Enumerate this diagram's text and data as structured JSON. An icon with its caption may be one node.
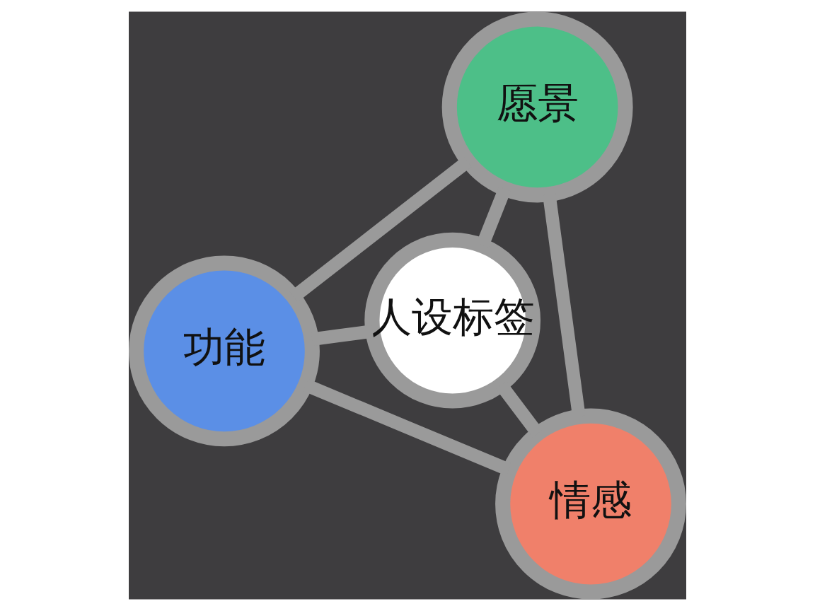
{
  "diagram": {
    "nodes": [
      {
        "text": [
          "功能"
        ]
      },
      {
        "text": [
          "人设标签"
        ]
      },
      {
        "text": [
          "情感"
        ]
      },
      {
        "text": [
          "愿景"
        ]
      }
    ],
    "edges": [
      {
        "from": 0,
        "to": 2,
        "arrow": "none"
      },
      {
        "from": 0,
        "to": 3,
        "arrow": "none"
      },
      {
        "from": 2,
        "to": 3,
        "arrow": "none"
      },
      {
        "from": 1,
        "to": 0,
        "arrow": "none"
      },
      {
        "from": 1,
        "to": 2,
        "arrow": "none"
      },
      {
        "from": 1,
        "to": 3,
        "arrow": "none"
      }
    ]
  }
}
